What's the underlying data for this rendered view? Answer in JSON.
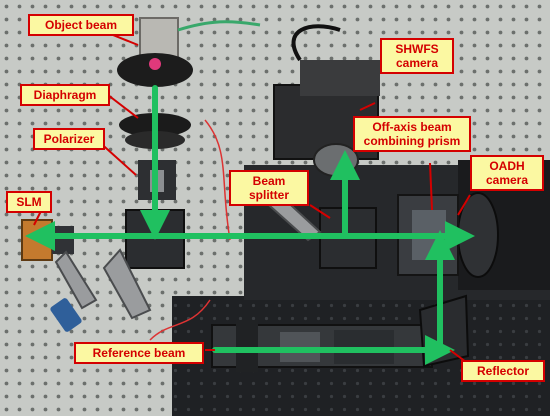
{
  "labels": {
    "object_beam": "Object beam",
    "diaphragm": "Diaphragm",
    "polarizer": "Polarizer",
    "slm": "SLM",
    "beam_splitter": "Beam splitter",
    "shwfs_camera": "SHWFS camera",
    "off_axis_prism": "Off-axis beam combining prism",
    "oadh_camera": "OADH camera",
    "reference_beam": "Reference beam",
    "reflector": "Reflector"
  },
  "colors": {
    "label_fill": "#fbf8a2",
    "label_border": "#d40000",
    "label_text": "#d40000",
    "beam": "#20c060",
    "table": "#c9ccc8",
    "breadboard": "#1e2023"
  }
}
